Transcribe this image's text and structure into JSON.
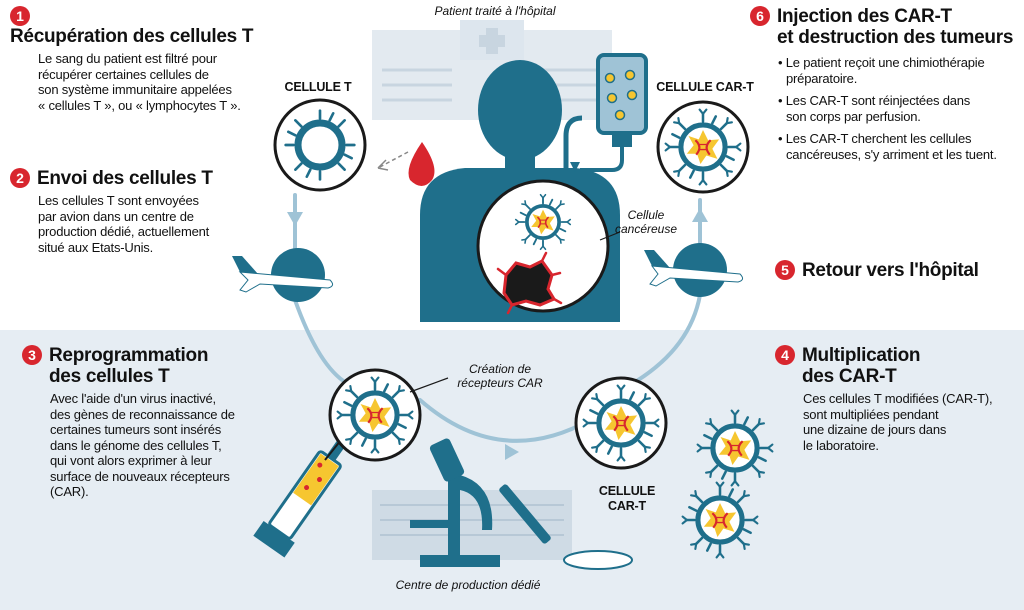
{
  "top_label": "Patient traité à l'hôpital",
  "bottom_label": "Centre de production dédié",
  "cell_labels": {
    "t_cell": "CELLULE T",
    "car_t_top": "CELLULE CAR-T",
    "car_t_lab_line1": "CELLULE",
    "car_t_lab_line2": "CAR-T"
  },
  "annotations": {
    "cancer_cell_line1": "Cellule",
    "cancer_cell_line2": "cancéreuse",
    "car_receptors_line1": "Création de",
    "car_receptors_line2": "récepteurs CAR"
  },
  "steps": [
    {
      "number": "1",
      "title": "Récupération des cellules T",
      "lines": [
        "Le sang du patient est filtré pour",
        "récupérer certaines cellules de",
        "son système immunitaire appelées",
        "« cellules T », ou « lymphocytes T »."
      ]
    },
    {
      "number": "2",
      "title": "Envoi des cellules T",
      "lines": [
        "Les cellules T sont envoyées",
        "par avion dans un centre de",
        "production dédié, actuellement",
        "situé aux Etats-Unis."
      ]
    },
    {
      "number": "3",
      "title_line1": "Reprogrammation",
      "title_line2": "des cellules T",
      "lines": [
        "Avec l'aide d'un virus inactivé,",
        "des gènes de reconnaissance de",
        "certaines tumeurs sont insérés",
        "dans le génome des cellules T,",
        "qui vont alors exprimer à leur",
        "surface de nouveaux récepteurs",
        "(CAR)."
      ]
    },
    {
      "number": "4",
      "title_line1": "Multiplication",
      "title_line2": "des CAR-T",
      "lines": [
        "Ces cellules T modifiées (CAR-T),",
        "sont multipliées pendant",
        "une dizaine de jours dans",
        "le laboratoire."
      ]
    },
    {
      "number": "5",
      "title": "Retour vers l'hôpital"
    },
    {
      "number": "6",
      "title_line1": "Injection des CAR-T",
      "title_line2": "et destruction des tumeurs",
      "bullets": [
        {
          "line1": "• Le patient reçoit une chimiothérapie",
          "line2": "préparatoire."
        },
        {
          "line1": "• Les CAR-T sont réinjectées dans",
          "line2": "son corps par perfusion."
        },
        {
          "line1": "• Les CAR-T cherchent les cellules",
          "line2": "cancéreuses, s'y arriment et les tuent."
        }
      ]
    }
  ],
  "colors": {
    "red": "#d8262e",
    "teal": "#1f6f8b",
    "light_teal": "#9fc3d6",
    "yellow": "#f6c630",
    "lab_bg": "#e6edf3"
  }
}
